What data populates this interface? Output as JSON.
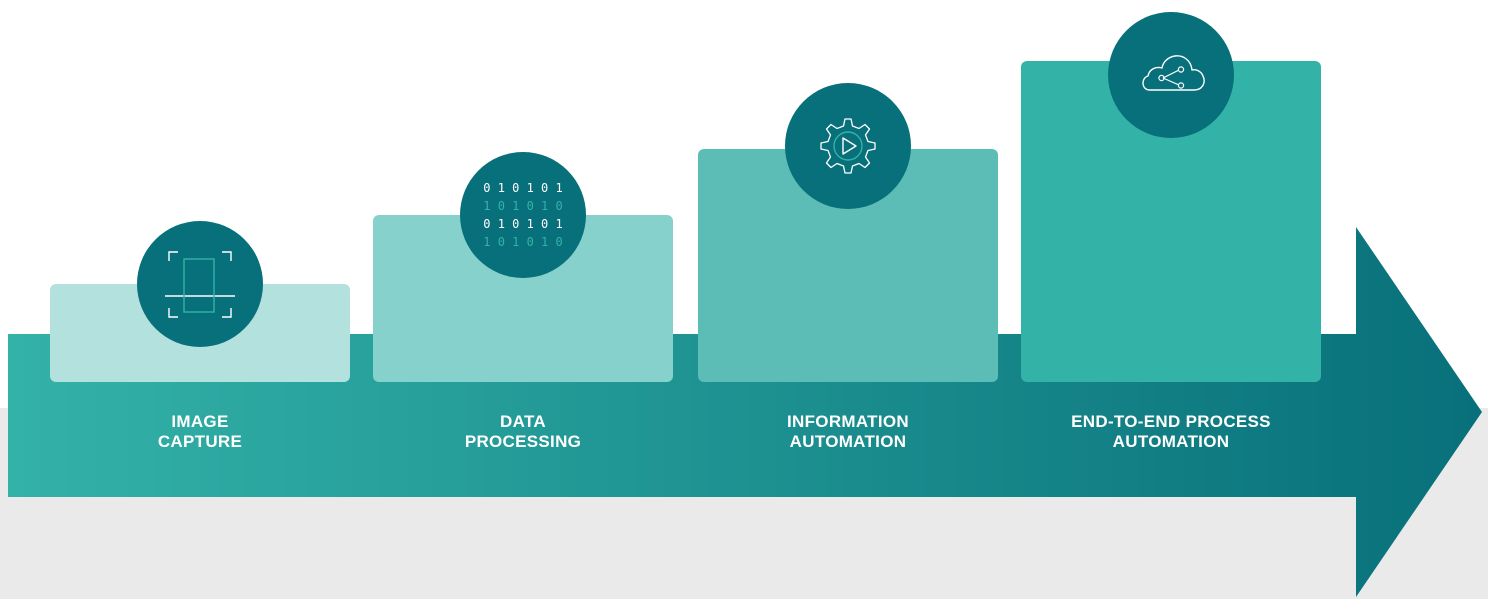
{
  "colors": {
    "arrow_start": "#33b2a8",
    "arrow_end": "#08707a",
    "circle": "#08707a",
    "background": "#eaeaea"
  },
  "steps": [
    {
      "label_line1": "IMAGE",
      "label_line2": "CAPTURE",
      "icon": "image-capture-icon",
      "box_color": "#b3e1de"
    },
    {
      "label_line1": "DATA",
      "label_line2": "PROCESSING",
      "icon": "binary-data-icon",
      "box_color": "#86d1cb",
      "binary_rows": [
        "0 1 0 1 0 1",
        "1 0 1 0 1 0",
        "0 1 0 1 0 1",
        "1 0 1 0 1 0"
      ]
    },
    {
      "label_line1": "INFORMATION",
      "label_line2": "AUTOMATION",
      "icon": "gear-play-icon",
      "box_color": "#5cbdb6"
    },
    {
      "label_line1": "END-TO-END PROCESS",
      "label_line2": "AUTOMATION",
      "icon": "cloud-share-icon",
      "box_color": "#33b2a8"
    }
  ]
}
